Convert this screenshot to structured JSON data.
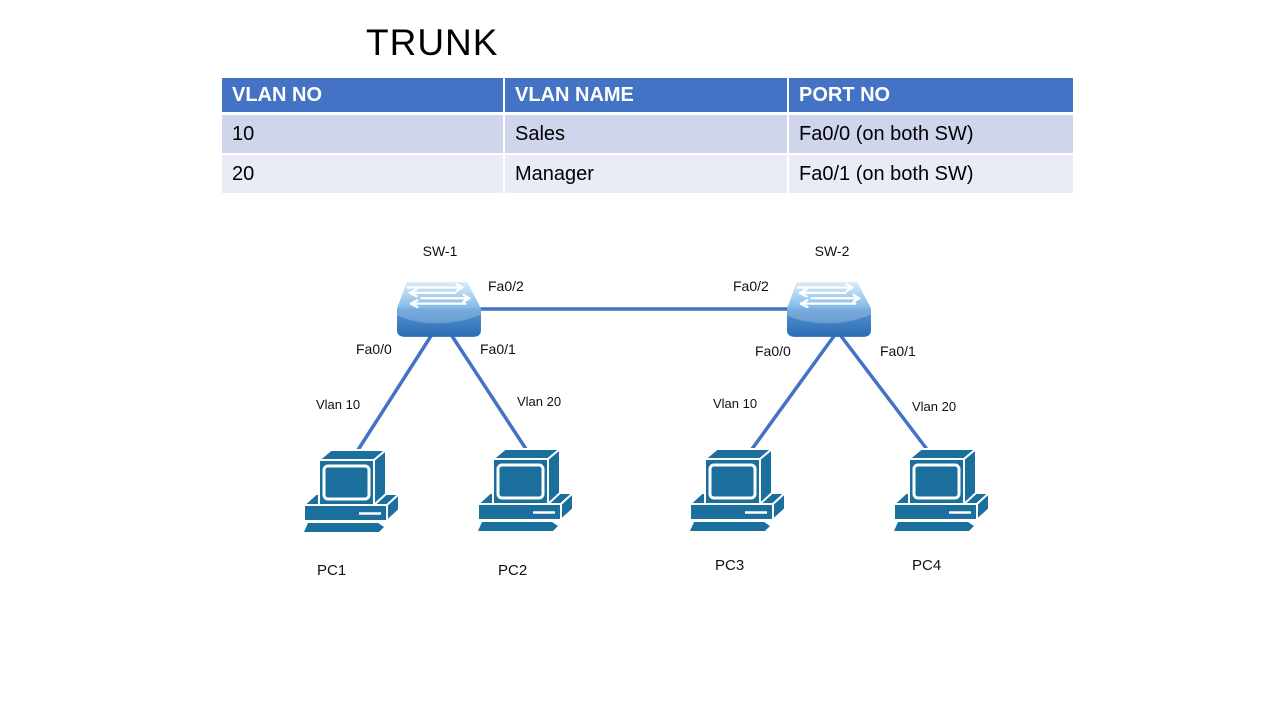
{
  "title": "TRUNK",
  "table": {
    "headers": [
      "VLAN NO",
      "VLAN NAME",
      "PORT NO"
    ],
    "rows": [
      [
        "10",
        "Sales",
        "Fa0/0 (on both SW)"
      ],
      [
        "20",
        "Manager",
        "Fa0/1 (on both SW)"
      ]
    ]
  },
  "diagram": {
    "switch1": {
      "name": "SW-1",
      "trunk_port": "Fa0/2",
      "port_left": "Fa0/0",
      "port_right": "Fa0/1"
    },
    "switch2": {
      "name": "SW-2",
      "trunk_port": "Fa0/2",
      "port_left": "Fa0/0",
      "port_right": "Fa0/1"
    },
    "pc1": {
      "name": "PC1",
      "vlan": "Vlan 10"
    },
    "pc2": {
      "name": "PC2",
      "vlan": "Vlan 20"
    },
    "pc3": {
      "name": "PC3",
      "vlan": "Vlan 10"
    },
    "pc4": {
      "name": "PC4",
      "vlan": "Vlan 20"
    }
  },
  "colors": {
    "table_header_bg": "#4472C4",
    "table_row_odd": "#CFD5EA",
    "table_row_even": "#E9EBF5",
    "connection_line": "#4472C4",
    "pc_fill": "#1A6F9D",
    "switch_top": "#9DCCEF",
    "switch_front": "#3D7FC1",
    "title_color": "#000000"
  }
}
